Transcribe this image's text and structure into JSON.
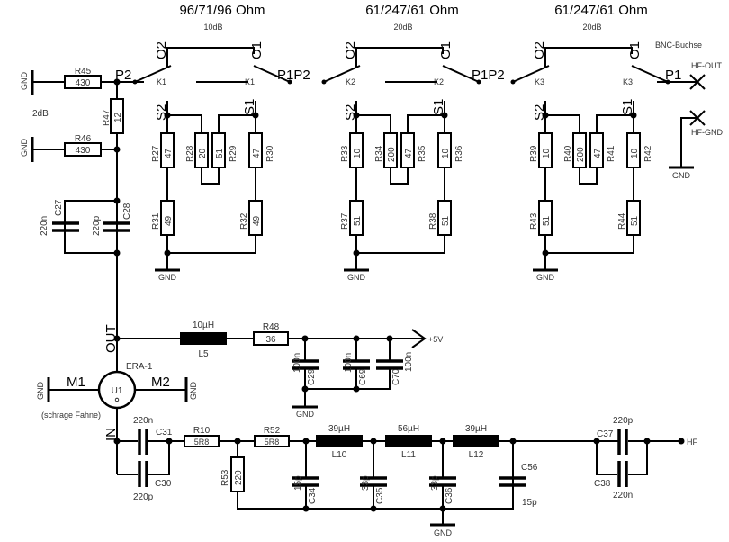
{
  "headers": [
    {
      "impedance": "96/71/96 Ohm",
      "attenuation": "10dB"
    },
    {
      "impedance": "61/247/61 Ohm",
      "attenuation": "20dB"
    },
    {
      "impedance": "61/247/61 Ohm",
      "attenuation": "20dB"
    }
  ],
  "labels": {
    "gnd": "GND",
    "p1": "P1",
    "p2": "P2",
    "pp2": "P1P2",
    "o1": "O1",
    "o2": "O2",
    "s1": "S1",
    "s2": "S2",
    "k1": "K1",
    "k2": "K2",
    "k3": "K3",
    "pad_2db": "2dB",
    "bnc": "BNC-Buchse",
    "hf_out": "HF-OUT",
    "hf_gnd": "HF-GND",
    "hf": "HF",
    "out": "OUT",
    "in": "IN",
    "m1": "M1",
    "m2": "M2",
    "u1": "U1",
    "u1_part": "ERA-1",
    "u1_note": "(schrage Fahne)",
    "supply": "+5V"
  },
  "resistors": {
    "R45": "430",
    "R46": "430",
    "R47": "12",
    "R27": "47",
    "R28": "20",
    "R29": "51",
    "R30": "47",
    "R31": "49",
    "R32": "49",
    "R33": "10",
    "R34": "200",
    "R35": "47",
    "R36": "10",
    "R37": "51",
    "R38": "51",
    "R39": "10",
    "R40": "200",
    "R41": "47",
    "R42": "10",
    "R43": "51",
    "R44": "51",
    "R48": "36",
    "R10": "5R8",
    "R52": "5R8",
    "R53": "220"
  },
  "capacitors": {
    "C27": "220n",
    "C28": "220p",
    "C29": "100n",
    "C69": "100n",
    "C70": "100n",
    "C31": "220n",
    "C30": "220p",
    "C34": "15p",
    "C35": "33p",
    "C36": "33p",
    "C56": "15p",
    "C37": "220p",
    "C38": "220n"
  },
  "inductors": {
    "L5": "10µH",
    "L10": "39µH",
    "L11": "56µH",
    "L12": "39µH"
  }
}
